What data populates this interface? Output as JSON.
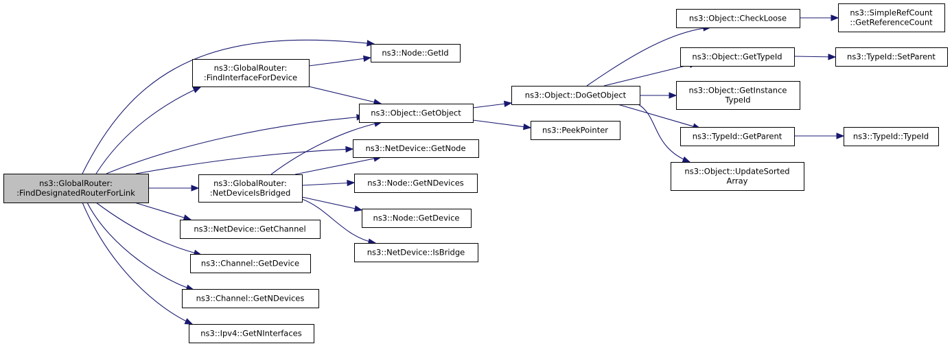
{
  "diagram": {
    "type": "call-graph",
    "edge_color": "#191970",
    "root_fill": "#bfbfbf",
    "node_fill": "#ffffff",
    "nodes": [
      {
        "id": "root",
        "lines": [
          "ns3::GlobalRouter:",
          ":FindDesignatedRouterForLink"
        ],
        "root": true
      },
      {
        "id": "findInterface",
        "lines": [
          "ns3::GlobalRouter:",
          ":FindInterfaceForDevice"
        ]
      },
      {
        "id": "nodeGetId",
        "lines": [
          "ns3::Node::GetId"
        ]
      },
      {
        "id": "getObject",
        "lines": [
          "ns3::Object::GetObject"
        ]
      },
      {
        "id": "netDevGetNode",
        "lines": [
          "ns3::NetDevice::GetNode"
        ]
      },
      {
        "id": "netDeviceIsBridged",
        "lines": [
          "ns3::GlobalRouter:",
          ":NetDeviceIsBridged"
        ]
      },
      {
        "id": "netDevGetChannel",
        "lines": [
          "ns3::NetDevice::GetChannel"
        ]
      },
      {
        "id": "channelGetDevice",
        "lines": [
          "ns3::Channel::GetDevice"
        ]
      },
      {
        "id": "channelGetNDevices",
        "lines": [
          "ns3::Channel::GetNDevices"
        ]
      },
      {
        "id": "ipv4GetNInterfaces",
        "lines": [
          "ns3::Ipv4::GetNInterfaces"
        ]
      },
      {
        "id": "nodeGetNDevices",
        "lines": [
          "ns3::Node::GetNDevices"
        ]
      },
      {
        "id": "nodeGetDevice",
        "lines": [
          "ns3::Node::GetDevice"
        ]
      },
      {
        "id": "netDevIsBridge",
        "lines": [
          "ns3::NetDevice::IsBridge"
        ]
      },
      {
        "id": "doGetObject",
        "lines": [
          "ns3::Object::DoGetObject"
        ]
      },
      {
        "id": "peekPointer",
        "lines": [
          "ns3::PeekPointer"
        ]
      },
      {
        "id": "checkLoose",
        "lines": [
          "ns3::Object::CheckLoose"
        ]
      },
      {
        "id": "objGetTypeId",
        "lines": [
          "ns3::Object::GetTypeId"
        ]
      },
      {
        "id": "getInstanceTypeId",
        "lines": [
          "ns3::Object::GetInstance",
          "TypeId"
        ]
      },
      {
        "id": "typeIdGetParent",
        "lines": [
          "ns3::TypeId::GetParent"
        ]
      },
      {
        "id": "updateSortedArray",
        "lines": [
          "ns3::Object::UpdateSorted",
          "Array"
        ]
      },
      {
        "id": "getReferenceCount",
        "lines": [
          "ns3::SimpleRefCount",
          "::GetReferenceCount"
        ]
      },
      {
        "id": "setParent",
        "lines": [
          "ns3::TypeId::SetParent"
        ]
      },
      {
        "id": "typeIdTypeId",
        "lines": [
          "ns3::TypeId::TypeId"
        ]
      }
    ],
    "edges": [
      [
        "root",
        "nodeGetId"
      ],
      [
        "root",
        "findInterface"
      ],
      [
        "root",
        "getObject"
      ],
      [
        "root",
        "netDevGetNode"
      ],
      [
        "root",
        "netDeviceIsBridged"
      ],
      [
        "root",
        "netDevGetChannel"
      ],
      [
        "root",
        "channelGetDevice"
      ],
      [
        "root",
        "channelGetNDevices"
      ],
      [
        "root",
        "ipv4GetNInterfaces"
      ],
      [
        "findInterface",
        "nodeGetId"
      ],
      [
        "findInterface",
        "getObject"
      ],
      [
        "netDeviceIsBridged",
        "getObject"
      ],
      [
        "netDeviceIsBridged",
        "netDevGetNode"
      ],
      [
        "netDeviceIsBridged",
        "nodeGetNDevices"
      ],
      [
        "netDeviceIsBridged",
        "nodeGetDevice"
      ],
      [
        "netDeviceIsBridged",
        "netDevIsBridge"
      ],
      [
        "getObject",
        "doGetObject"
      ],
      [
        "getObject",
        "peekPointer"
      ],
      [
        "doGetObject",
        "checkLoose"
      ],
      [
        "doGetObject",
        "objGetTypeId"
      ],
      [
        "doGetObject",
        "getInstanceTypeId"
      ],
      [
        "doGetObject",
        "typeIdGetParent"
      ],
      [
        "doGetObject",
        "updateSortedArray"
      ],
      [
        "checkLoose",
        "getReferenceCount"
      ],
      [
        "objGetTypeId",
        "setParent"
      ],
      [
        "typeIdGetParent",
        "typeIdTypeId"
      ]
    ]
  }
}
